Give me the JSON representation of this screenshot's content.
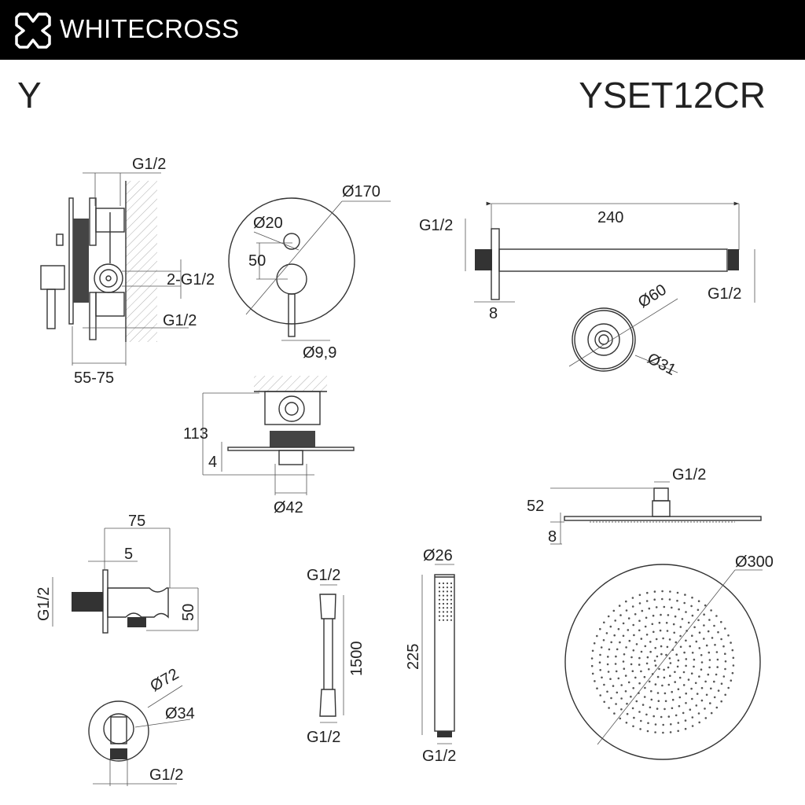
{
  "header": {
    "brand": "WHITECROSS",
    "logo_icon": "cross-logo-icon"
  },
  "title": {
    "series": "Y",
    "model": "YSET12CR"
  },
  "mixer_side": {
    "top_thread": "G1/2",
    "side_thread": "2-G1/2",
    "bottom_thread": "G1/2",
    "depth": "55-75"
  },
  "mixer_front": {
    "plate_diameter": "Ø170",
    "knob_diameter": "Ø20",
    "spacing": "50",
    "lever_diameter": "Ø9,9"
  },
  "mixer_section": {
    "height": "113",
    "plate_thickness": "4",
    "handle_diameter": "Ø42"
  },
  "shower_arm": {
    "length": "240",
    "inlet_thread": "G1/2",
    "outlet_thread": "G1/2",
    "flange_thickness": "8",
    "flange_diameter": "Ø60",
    "inner_diameter": "Ø31"
  },
  "wall_outlet": {
    "length": "75",
    "flange_thickness": "5",
    "thread": "G1/2",
    "height": "50",
    "outer_diameter": "Ø72",
    "inner_diameter": "Ø34",
    "bottom_thread": "G1/2"
  },
  "hose": {
    "top_thread": "G1/2",
    "length": "1500",
    "bottom_thread": "G1/2"
  },
  "hand_shower": {
    "diameter": "Ø26",
    "length": "225",
    "thread": "G1/2"
  },
  "rain_shower": {
    "thread": "G1/2",
    "height": "52",
    "thickness": "8",
    "diameter": "Ø300"
  }
}
